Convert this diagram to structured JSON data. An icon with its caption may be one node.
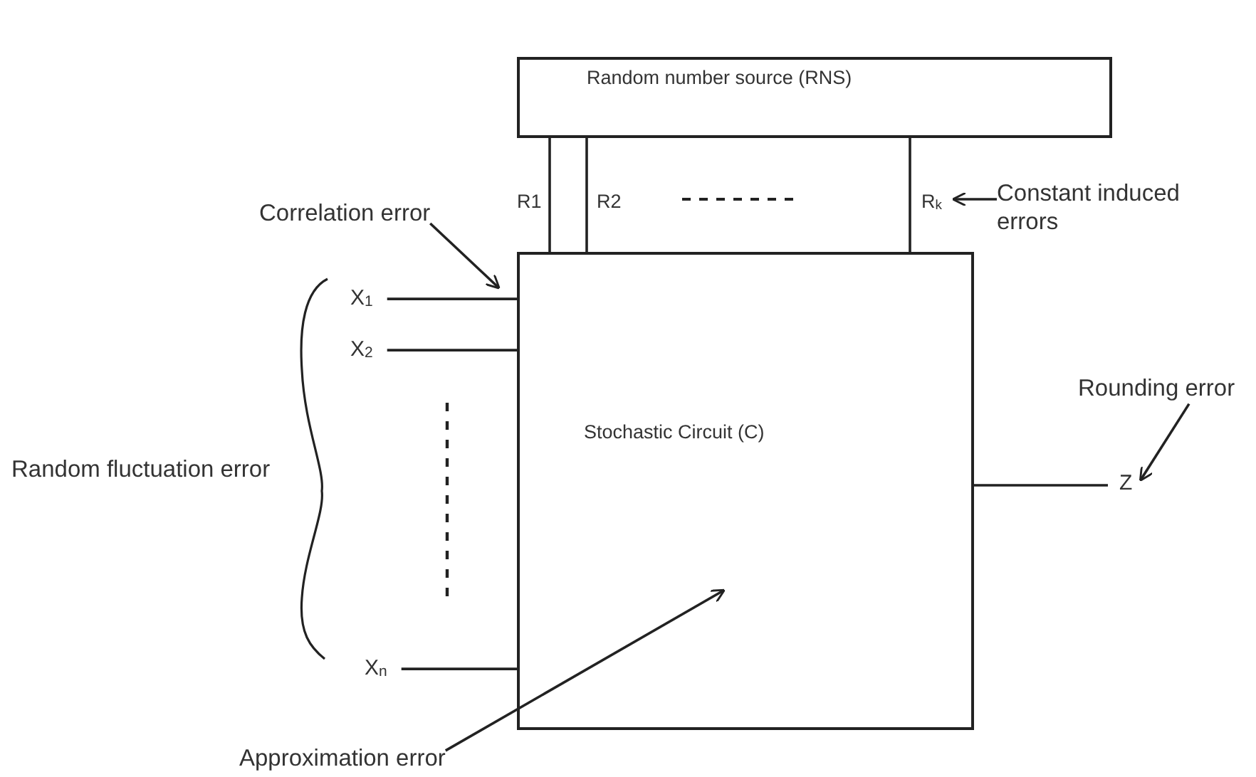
{
  "diagram": {
    "nodes": [
      {
        "text": [
          "Random number source (RNS)"
        ]
      },
      {
        "text": [
          "Stochastic Circuit (C)"
        ]
      },
      {
        "text": [
          "X$_{1}$"
        ]
      },
      {
        "text": [
          "X$_{2}$"
        ]
      },
      {
        "text": [
          "X$_{n}$"
        ]
      },
      {
        "text": [
          "Z"
        ]
      },
      {
        "text": [
          "Correlation error"
        ]
      },
      {
        "text": [
          "Constant induced errors"
        ]
      },
      {
        "text": [
          "Rounding error"
        ]
      },
      {
        "text": [
          "Approximation error"
        ]
      }
    ],
    "edges": [
      {
        "from": 0,
        "to": 1,
        "arrow": "none",
        "label": "R1"
      },
      {
        "from": 0,
        "to": 1,
        "arrow": "none",
        "label": "R2"
      },
      {
        "from": 0,
        "to": 1,
        "arrow": "none",
        "label": "R$_{k}$"
      },
      {
        "from": 2,
        "to": 1,
        "arrow": "none"
      },
      {
        "from": 3,
        "to": 1,
        "arrow": "none"
      },
      {
        "from": 4,
        "to": 1,
        "arrow": "none"
      },
      {
        "from": 1,
        "to": 5,
        "arrow": "none"
      },
      {
        "from": 6,
        "to": 1,
        "arrow": "to"
      },
      {
        "from": 7,
        "to": null,
        "arrow": "to"
      },
      {
        "from": 8,
        "to": 5,
        "arrow": "to"
      },
      {
        "from": 9,
        "to": 1,
        "arrow": "to"
      }
    ],
    "labels": [
      "Random fluctuation error"
    ]
  }
}
